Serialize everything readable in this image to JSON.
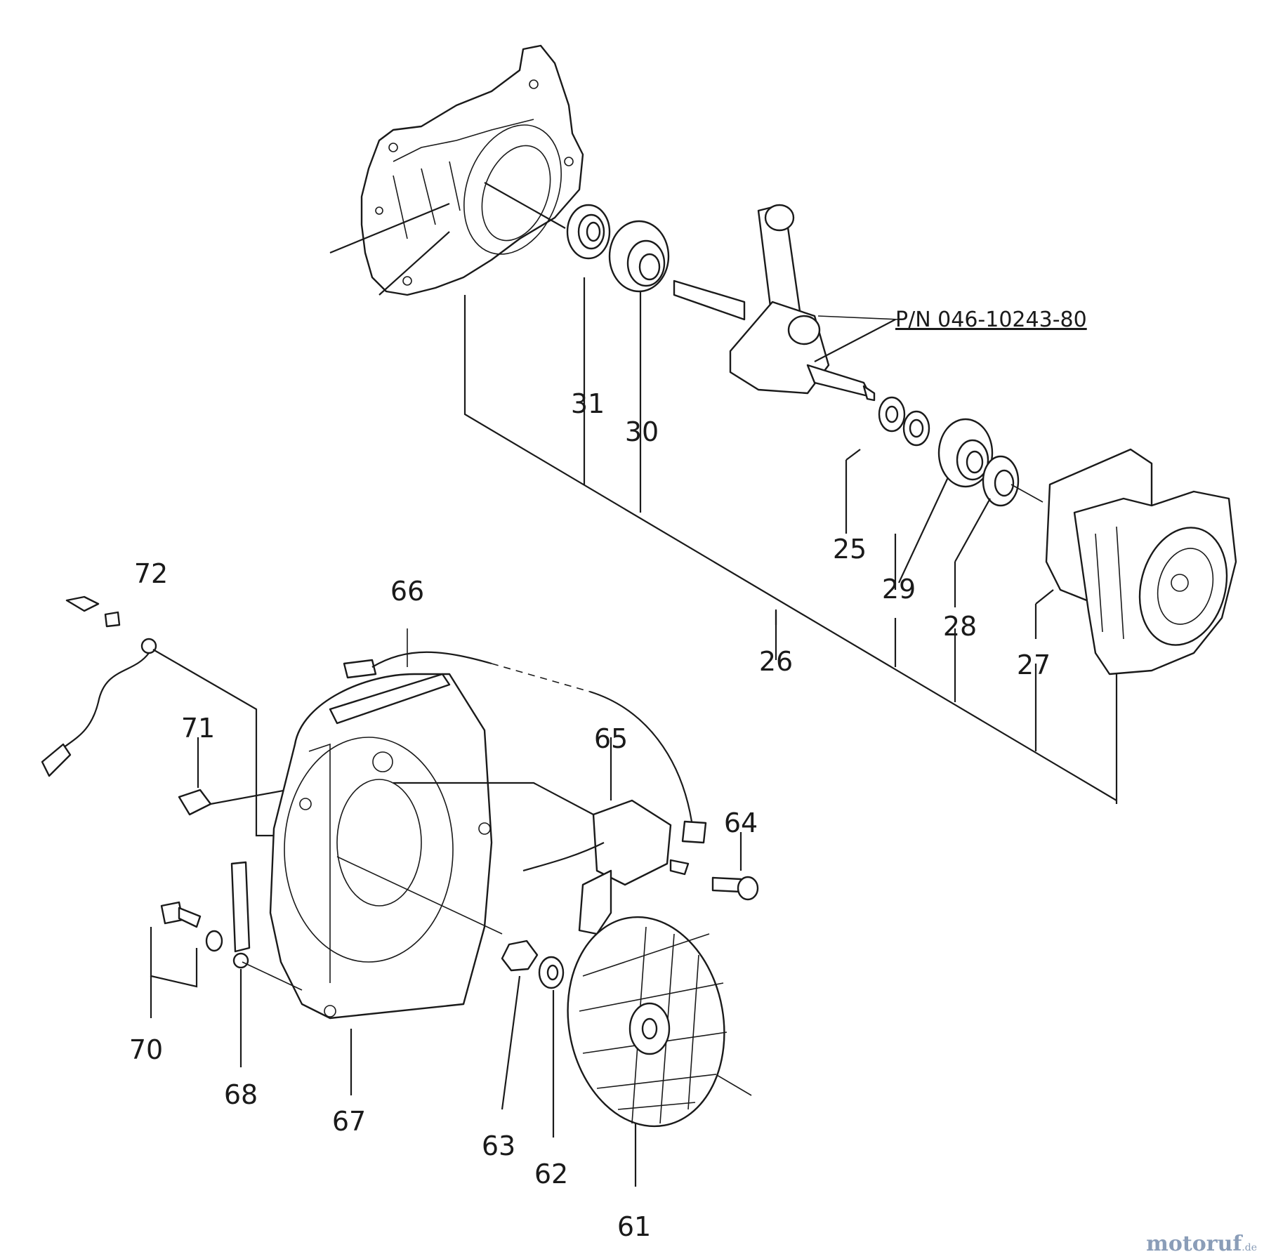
{
  "part_numbers": {
    "p25": "25",
    "p26": "26",
    "p27": "27",
    "p28": "28",
    "p29": "29",
    "p30": "30",
    "p31": "31",
    "p61": "61",
    "p62": "62",
    "p63": "63",
    "p64": "64",
    "p65": "65",
    "p66": "66",
    "p67": "67",
    "p68": "68",
    "p70": "70",
    "p71": "71",
    "p72": "72"
  },
  "crankshaft_pn": "P/N  046-10243-80",
  "watermark": {
    "brand": "motoruf",
    "suffix": ".de"
  }
}
